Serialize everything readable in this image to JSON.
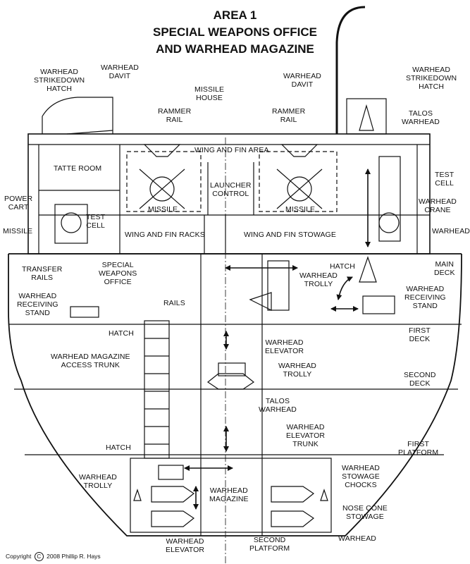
{
  "title": {
    "line1": "AREA 1",
    "line2": "SPECIAL WEAPONS OFFICE",
    "line3": "AND WARHEAD MAGAZINE"
  },
  "labels": {
    "warhead_strikedown_hatch_left": "WARHEAD\nSTRIKEDOWN\nHATCH",
    "warhead_davit_left": "WARHEAD\nDAVIT",
    "missile_house": "MISSILE\nHOUSE",
    "warhead_davit_right": "WARHEAD\nDAVIT",
    "warhead_strikedown_hatch_right": "WARHEAD\nSTRIKEDOWN\nHATCH",
    "rammer_rail_left": "RAMMER\nRAIL",
    "rammer_rail_right": "RAMMER\nRAIL",
    "talos_warhead_top": "TALOS\nWARHEAD",
    "wing_and_fin_area": "WING AND FIN AREA",
    "tatte_room": "TATTE ROOM",
    "launcher_control": "LAUNCHER\nCONTROL",
    "test_cell_right": "TEST\nCELL",
    "warhead_crane": "WARHEAD\nCRANE",
    "power_cart": "POWER\nCART",
    "test_cell_left": "TEST\nCELL",
    "missile_left_room": "MISSILE",
    "missile_center_left": "MISSILE",
    "missile_center_right": "MISSILE",
    "warhead_right": "WARHEAD",
    "wing_and_fin_racks": "WING AND FIN RACKS",
    "wing_and_fin_stowage": "WING AND FIN STOWAGE",
    "transfer_rails": "TRANSFER\nRAILS",
    "special_weapons_office": "SPECIAL\nWEAPONS\nOFFICE",
    "warhead_trolly_upper": "WARHEAD\nTROLLY",
    "hatch_main": "HATCH",
    "main_deck": "MAIN\nDECK",
    "warhead_receiving_stand_left": "WARHEAD\nRECEIVING\nSTAND",
    "warhead_receiving_stand_right": "WARHEAD\nRECEIVING\nSTAND",
    "rails": "RAILS",
    "hatch_upper_trunk": "HATCH",
    "first_deck": "FIRST\nDECK",
    "warhead_elevator_upper": "WARHEAD\nELEVATOR",
    "warhead_magazine_access_trunk": "WARHEAD MAGAZINE\nACCESS TRUNK",
    "warhead_trolly_middle": "WARHEAD\nTROLLY",
    "second_deck": "SECOND\nDECK",
    "talos_warhead_middle": "TALOS\nWARHEAD",
    "warhead_elevator_trunk": "WARHEAD\nELEVATOR\nTRUNK",
    "hatch_lower": "HATCH",
    "first_platform": "FIRST\nPLATFORM",
    "warhead_trolly_lower": "WARHEAD\nTROLLY",
    "warhead_magazine": "WARHEAD\nMAGAZINE",
    "warhead_stowage_chocks": "WARHEAD\nSTOWAGE\nCHOCKS",
    "nose_cone_stowage": "NOSE CONE\nSTOWAGE",
    "warhead_bottom": "WARHEAD",
    "warhead_elevator_bottom": "WARHEAD\nELEVATOR",
    "second_platform": "SECOND\nPLATFORM"
  },
  "copyright": {
    "text": "Copyright",
    "symbol": "C",
    "rest": "2008 Phillip R. Hays"
  },
  "colors": {
    "ink": "#111111",
    "paper": "#ffffff"
  }
}
